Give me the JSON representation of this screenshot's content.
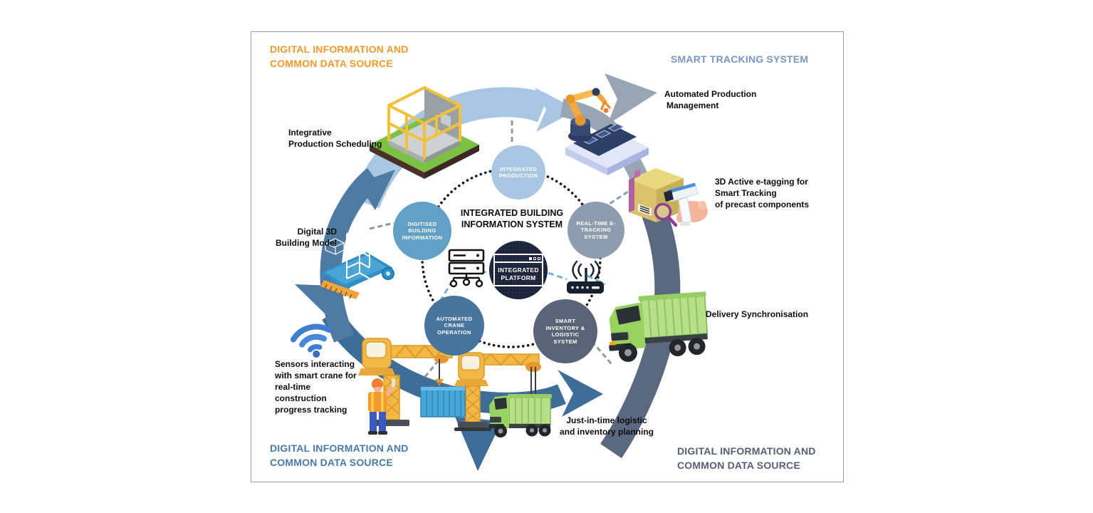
{
  "palette": {
    "orange_heading": "#ef9a2d",
    "periwinkle_heading": "#7b96bd",
    "steel_heading": "#4a7aa8",
    "slate_heading": "#565f73",
    "arrow_light_blue": "#a9c7e2",
    "arrow_gray": "#98a5b3",
    "arrow_slate": "#5b6980",
    "arrow_steel": "#3f6d99",
    "arrow_steel_light": "#4f7ba3",
    "node_production": "#a9c7e2",
    "node_realtime": "#8d9cae",
    "node_inventory": "#5a6477",
    "node_crane": "#47759e",
    "node_digitised": "#62a0c6",
    "node_platform": "#1b2438"
  },
  "headings": {
    "top_left": {
      "lines": [
        "DIGITAL INFORMATION AND",
        "COMMON DATA SOURCE"
      ]
    },
    "top_right": {
      "lines": [
        "SMART TRACKING SYSTEM"
      ]
    },
    "bottom_left": {
      "lines": [
        "DIGITAL INFORMATION AND",
        "COMMON DATA SOURCE"
      ]
    },
    "bottom_right": {
      "lines": [
        "DIGITAL INFORMATION AND",
        "COMMON DATA SOURCE"
      ]
    }
  },
  "center_title": {
    "lines": [
      "INTEGRATED BUILDING",
      "INFORMATION SYSTEM"
    ]
  },
  "nodes": [
    {
      "id": "integrated-production",
      "lines": [
        "INTEGRATED",
        "PRODUCTION"
      ]
    },
    {
      "id": "real-time-e-tracking-system",
      "lines": [
        "REAL-TIME E-",
        "TRACKING",
        "SYSTEM"
      ]
    },
    {
      "id": "smart-inventory-logistic-system",
      "lines": [
        "SMART",
        "INVENTORY &",
        "LOGISTIC",
        "SYSTEM"
      ]
    },
    {
      "id": "automated-crane-operation",
      "lines": [
        "AUTOMATED",
        "CRANE",
        "OPERATION"
      ]
    },
    {
      "id": "digitised-building-information",
      "lines": [
        "DIGITISED",
        "BUILDING",
        "INFORMATION"
      ]
    },
    {
      "id": "integrated-platform",
      "lines": [
        "INTEGRATED",
        "PLATFORM"
      ]
    }
  ],
  "annotations": [
    {
      "id": "integrative-production-scheduling",
      "lines": [
        "Integrative",
        "Production Scheduling"
      ]
    },
    {
      "id": "automated-production-management",
      "lines": [
        "Automated Production",
        "Management"
      ]
    },
    {
      "id": "3d-active-e-tagging",
      "lines": [
        "3D Active e-tagging for",
        "Smart Tracking",
        "of precast components"
      ]
    },
    {
      "id": "delivery-synchronisation",
      "lines": [
        "Delivery Synchronisation"
      ]
    },
    {
      "id": "digital-3d-building-model",
      "lines": [
        "Digital 3D",
        "Building Model"
      ]
    },
    {
      "id": "sensors-smart-crane",
      "lines": [
        "Sensors interacting",
        "with smart crane for",
        "real-time",
        "construction",
        "progress tracking"
      ]
    },
    {
      "id": "just-in-time-logistic",
      "lines": [
        "Just-in-time logistic",
        "and inventory planning"
      ]
    }
  ],
  "icons": {
    "wifi": "wifi-icon",
    "server_network": "server-network-icon",
    "wireless_router": "wireless-router-icon",
    "browser_window": "browser-window-icon",
    "dotted_ring": "dotted-ring"
  }
}
